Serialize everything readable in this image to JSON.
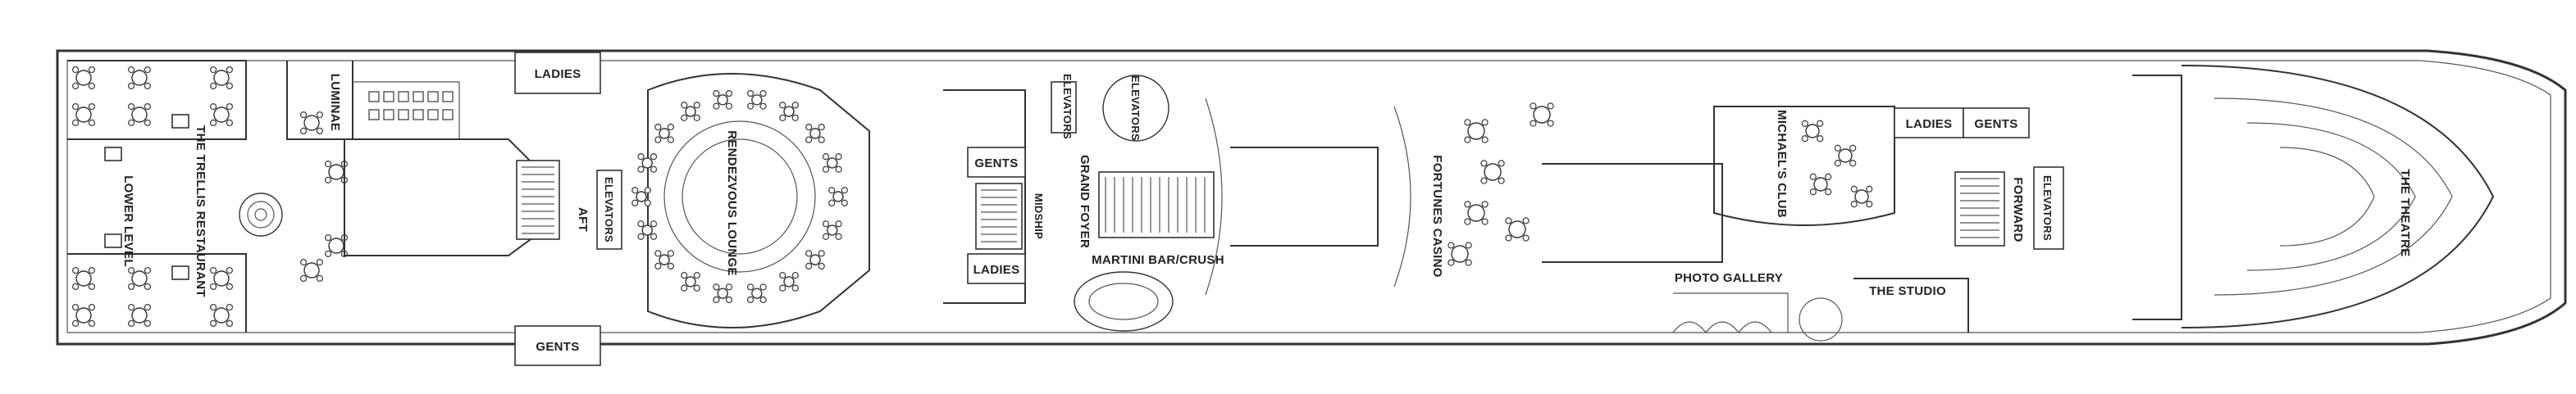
{
  "plan": {
    "labels": {
      "trellis_restaurant": "THE TRELLIS RESTAURANT",
      "lower_level": "LOWER LEVEL",
      "luminae": "LUMINAE",
      "ladies_aft": "LADIES",
      "gents_aft": "GENTS",
      "aft": "AFT",
      "elevators_aft": "ELEVATORS",
      "rendezvous_lounge": "RENDEZVOUS LOUNGE",
      "gents_mid": "GENTS",
      "ladies_mid": "LADIES",
      "midship": "MIDSHIP",
      "elevators_mid_1": "ELEVATORS",
      "elevators_mid_2": "ELEVATORS",
      "grand_foyer": "GRAND FOYER",
      "martini_bar": "MARTINI BAR/CRUSH",
      "fortunes_casino": "FORTUNES CASINO",
      "photo_gallery": "PHOTO GALLERY",
      "michaels_club": "MICHAEL'S CLUB",
      "ladies_fwd": "LADIES",
      "gents_fwd": "GENTS",
      "the_studio": "THE STUDIO",
      "forward": "FORWARD",
      "elevators_fwd": "ELEVATORS",
      "the_theatre": "THE THEATRE"
    }
  }
}
